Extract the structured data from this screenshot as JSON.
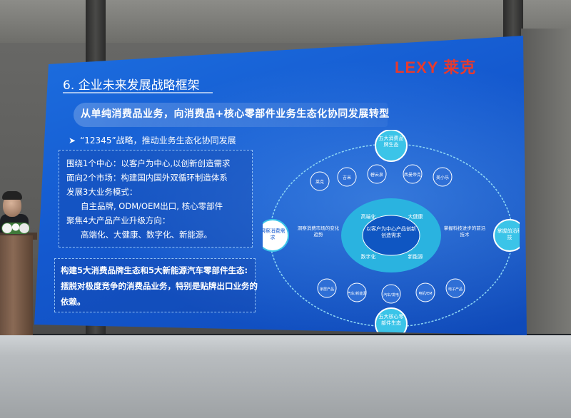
{
  "slide": {
    "logo_latin": "LEXY",
    "logo_cn": "莱克",
    "title": "6. 企业未来发展战略框架",
    "headline": "从单纯消费品业务，向消费品+核心零部件业务生态化协同发展转型",
    "bullet": "“12345”战略，推动业务生态化协同发展",
    "strategy_lines": [
      "围绕1个中心：以客户为中心,以创新创造需求",
      "面向2个市场：构建国内国外双循环制造体系",
      "发展3大业务模式：",
      "自主品牌, ODM/OEM出口, 核心零部件",
      "聚焦4大产品产业升级方向：",
      "高端化、大健康、数字化、新能源。"
    ],
    "bottom_lines": [
      "构建5大消费品牌生态和5大新能源汽车零部件生态:",
      "摆脱对极度竞争的消费品业务，特别是贴牌出口业务的",
      "依赖。"
    ]
  },
  "diagram": {
    "top_node": "五大消费品牌生态",
    "bottom_node": "五大核心零部件生态",
    "left_node": "洞察消费需求",
    "right_node": "掌握前沿科技",
    "center": "以客户为中心产品创新创造需求",
    "left_text": "洞察消费市场的变化趋势",
    "right_text": "掌握科技进步的前沿技术",
    "ring_labels": [
      "高端化",
      "大健康",
      "数字化",
      "新能源"
    ],
    "top_brands": [
      "莱克",
      "吉米",
      "碧云泉",
      "西曼帝克",
      "美小乐"
    ],
    "bottom_items": [
      "家居产品",
      "汽车/新能源",
      "汽车/发电",
      "电机/EM",
      "电子产品"
    ],
    "colors": {
      "screen": "#1459cf",
      "node_fill": "#3bc4e8",
      "ring": "#5fd0f0",
      "logo": "#e63a2e"
    }
  }
}
